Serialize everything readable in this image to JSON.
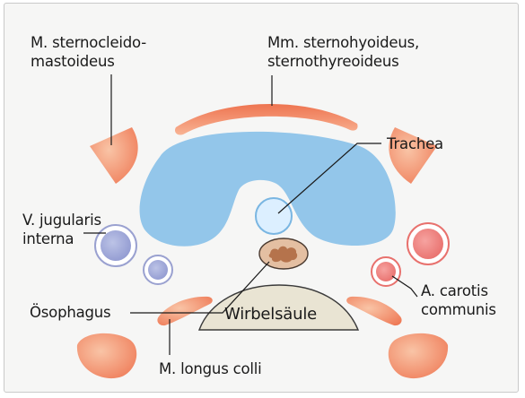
{
  "figure": {
    "colors": {
      "muscle_fill": "#ef7a56",
      "muscle_light": "#f7b898",
      "thyroid": "#93c6ea",
      "trachea_fill": "#dcefff",
      "trachea_stroke": "#7ab6e2",
      "vein_fill": "#a9b2dc",
      "vein_stroke": "#8088c4",
      "artery_fill": "#ee8482",
      "artery_stroke": "#e2605c",
      "esophagus_fill": "#ddb192",
      "spine_fill": "#e9e4d3",
      "leader_line": "#1a1a1a"
    },
    "labels": {
      "sternocleidomastoideus": "M. sternocleido-\nmastoideus",
      "sternohyoideus": "Mm. sternohyoideus,\nsternothyreoideus",
      "trachea": "Trachea",
      "jugularis": "V. jugularis\ninterna",
      "oesophagus": "Ösophagus",
      "carotis": "A. carotis\ncommunis",
      "wirbelsaeule": "Wirbelsäule",
      "longus_colli": "M. longus colli"
    }
  }
}
